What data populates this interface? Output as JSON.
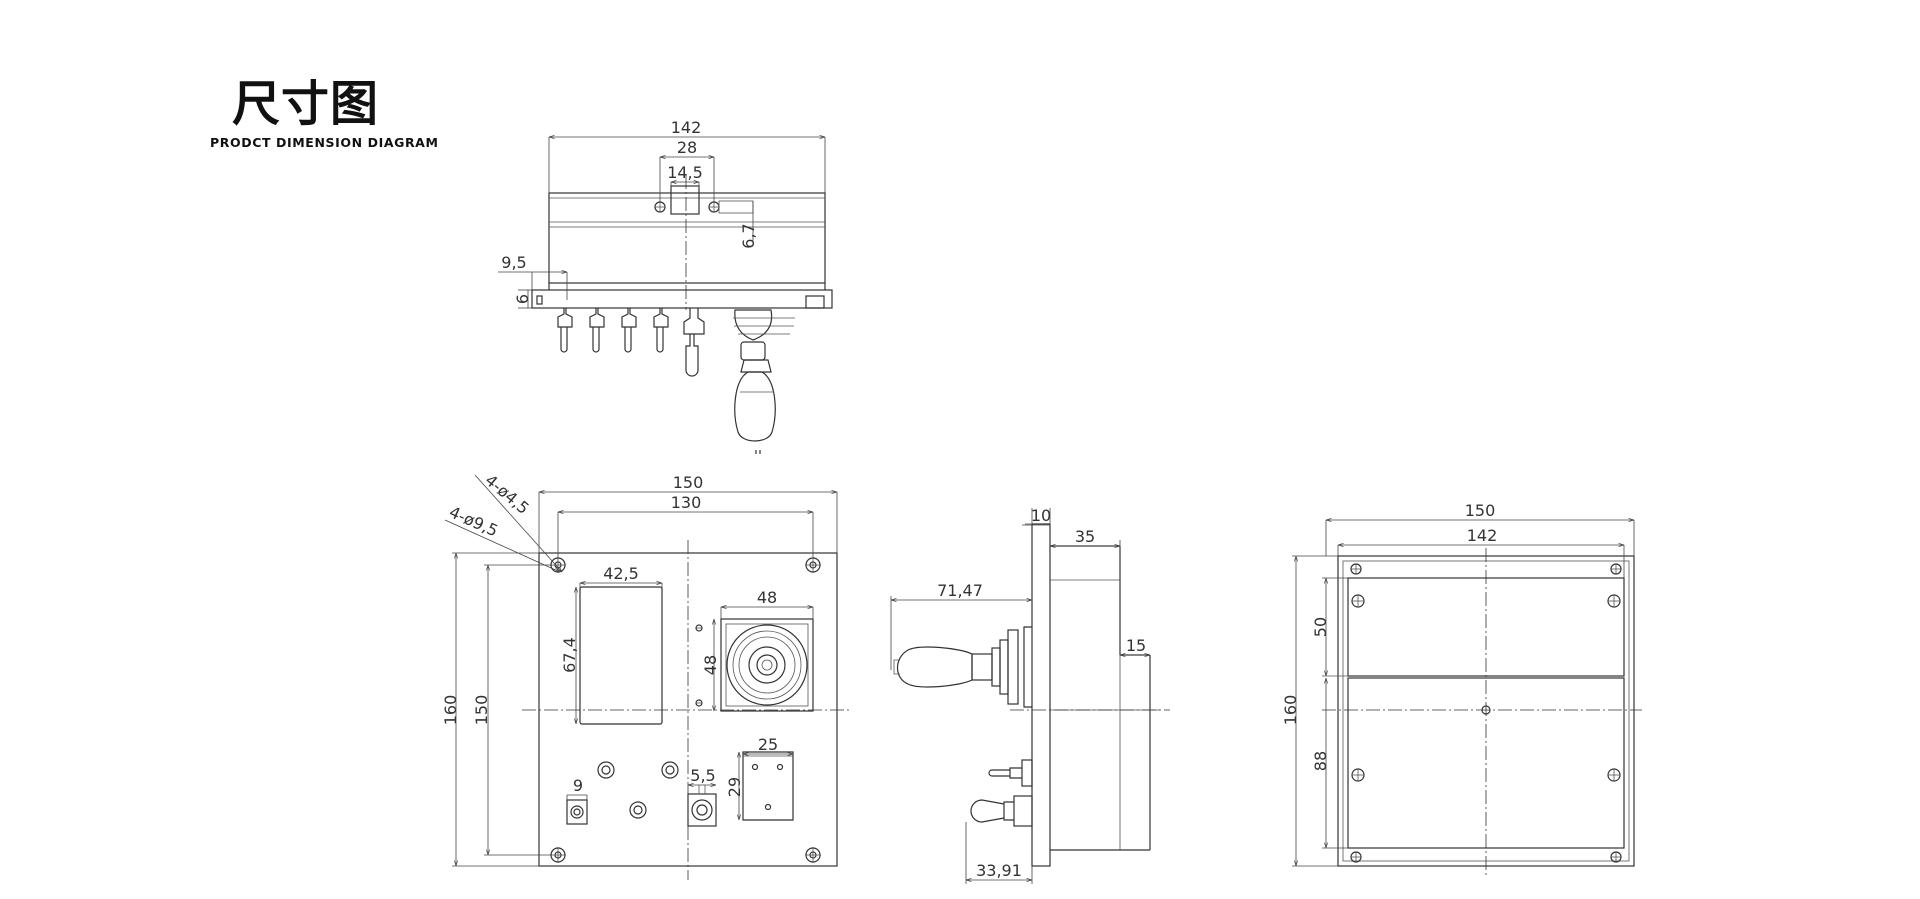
{
  "title": {
    "cn": "尺寸图",
    "en": "PRODCT DIMENSION DIAGRAM"
  },
  "top_view": {
    "d_width": "142",
    "d_hole_spacing": "28",
    "d_slot": "14,5",
    "d_offset": "6,7",
    "d_flange": "9,5",
    "d_flange_h": "6"
  },
  "front_view": {
    "d_width": "150",
    "d_hole_x": "130",
    "d_hole_a": "4-ø4,5",
    "d_hole_b": "4-ø9,5",
    "d_window_w": "42,5",
    "d_window_h": "67,4",
    "d_joy_w": "48",
    "d_joy_h": "48",
    "d_height": "160",
    "d_hole_y": "150",
    "d_plate_w": "25",
    "d_plate_h": "29",
    "d_sw_gap": "5,5",
    "d_sw_small": "9"
  },
  "side_view": {
    "d_flange": "10",
    "d_box": "35",
    "d_joy_ext": "71,47",
    "d_step": "15",
    "d_sw_ext": "33,91"
  },
  "rear_view": {
    "d_width": "150",
    "d_inner": "142",
    "d_height": "160",
    "d_upper": "50",
    "d_lower": "88"
  }
}
